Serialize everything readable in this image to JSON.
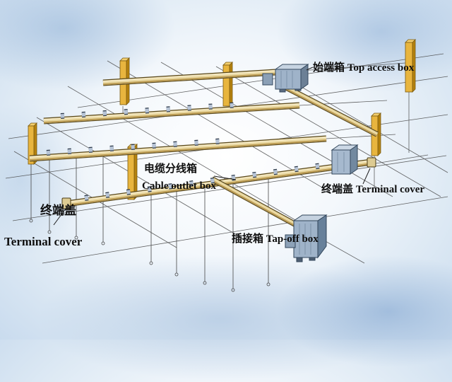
{
  "labels": {
    "top_access_box": "始端箱 Top access box",
    "cable_outlet_box_cn": "电缆分线箱",
    "cable_outlet_box_en": "Cable outlet box",
    "terminal_cover_right": "终端盖 Terminal cover",
    "terminal_cover_left_cn": "终端盖",
    "terminal_cover_left_en": "Terminal cover",
    "tap_off_box": "插接箱 Tap-off box"
  },
  "colors": {
    "busbar_fill": "#ead9a2",
    "busbar_outline": "#5a4a20",
    "column_fill": "#e8b53e",
    "column_side": "#b5820e",
    "box_fill": "#9fb3c9",
    "box_side": "#67809a",
    "box_top": "#c7d4e2",
    "wire_line": "#474747",
    "sky_blue": "#c9dbee"
  }
}
